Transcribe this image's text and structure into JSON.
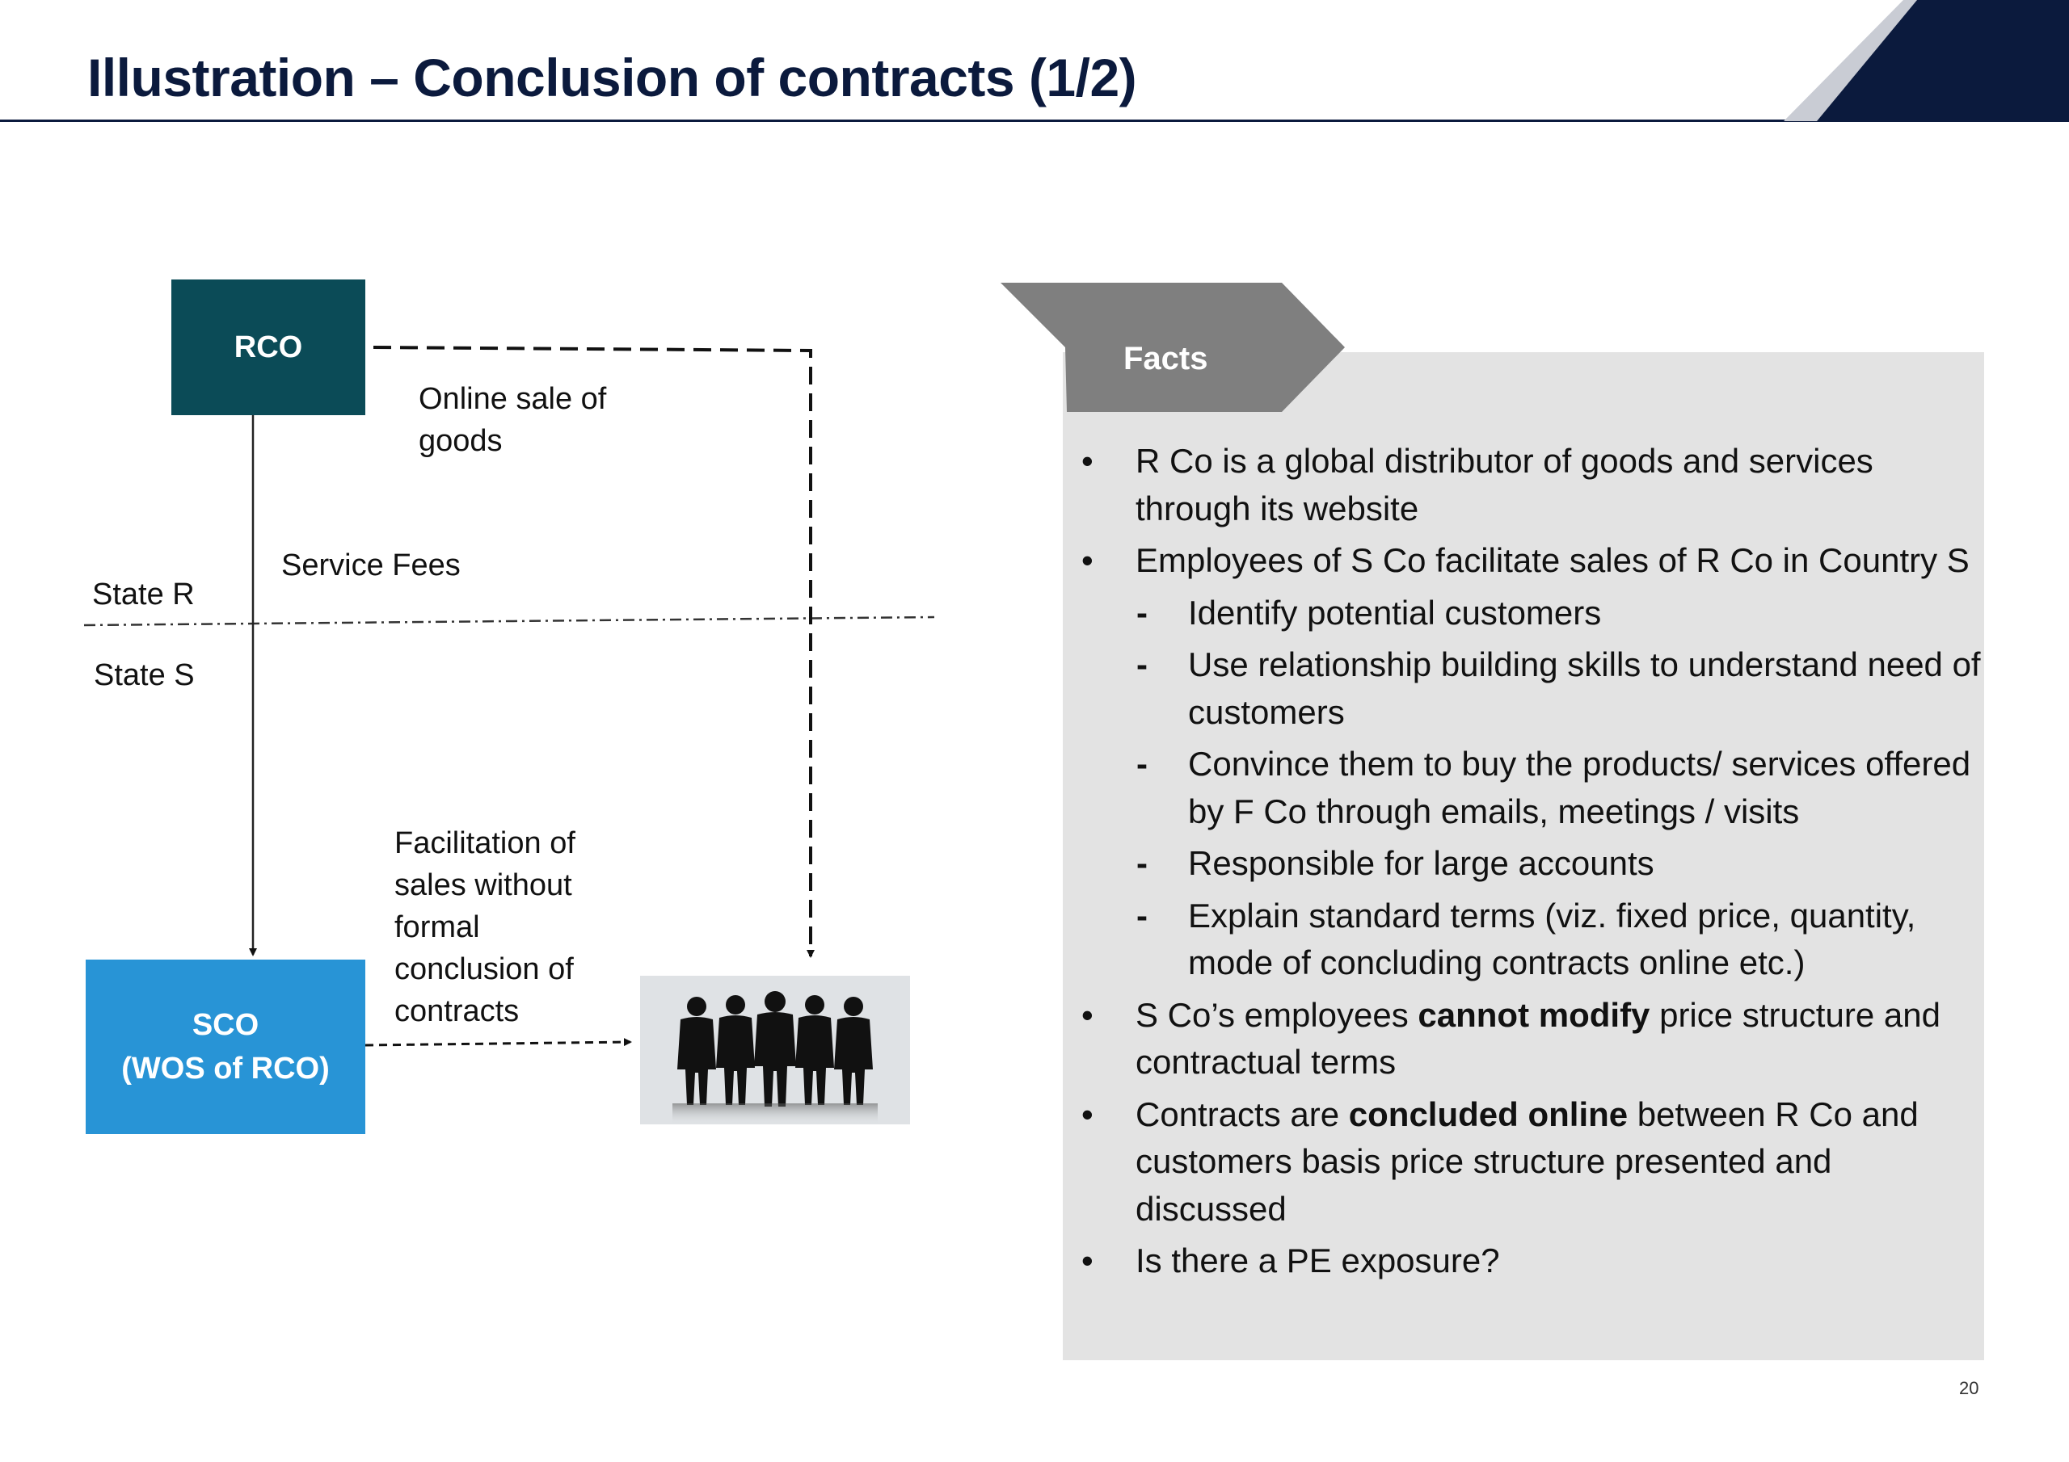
{
  "slide": {
    "title": "Illustration – Conclusion of contracts (1/2)",
    "page_number": "20"
  },
  "diagram": {
    "rco_label": "RCO",
    "sco_line1": "SCO",
    "sco_line2": "(WOS of RCO)",
    "online_sale_label": "Online sale of goods",
    "service_fees_label": "Service Fees",
    "state_r_label": "State R",
    "state_s_label": "State S",
    "facilitation_label": "Facilitation of sales without formal conclusion of contracts",
    "people_icon": "people-silhouettes-icon"
  },
  "facts": {
    "tab_label": "Facts",
    "items": [
      {
        "type": "bullet",
        "segments": [
          {
            "text": "R Co is a global distributor of goods and services through its website",
            "bold": false
          }
        ]
      },
      {
        "type": "bullet",
        "segments": [
          {
            "text": "Employees of S Co facilitate sales of R Co in Country S",
            "bold": false
          }
        ]
      },
      {
        "type": "dash",
        "segments": [
          {
            "text": "Identify potential customers",
            "bold": false
          }
        ]
      },
      {
        "type": "dash",
        "segments": [
          {
            "text": "Use relationship building skills to understand need of customers",
            "bold": false
          }
        ]
      },
      {
        "type": "dash",
        "segments": [
          {
            "text": "Convince them to buy the products/ services offered by F Co through emails, meetings / visits",
            "bold": false
          }
        ]
      },
      {
        "type": "dash",
        "segments": [
          {
            "text": "Responsible for large accounts",
            "bold": false
          }
        ]
      },
      {
        "type": "dash",
        "segments": [
          {
            "text": "Explain standard terms (viz. fixed price, quantity, mode of concluding contracts online etc.)",
            "bold": false
          }
        ]
      },
      {
        "type": "bullet",
        "segments": [
          {
            "text": "S Co’s employees ",
            "bold": false
          },
          {
            "text": "cannot modify",
            "bold": true
          },
          {
            "text": " price structure and contractual terms",
            "bold": false
          }
        ]
      },
      {
        "type": "bullet",
        "segments": [
          {
            "text": "Contracts are ",
            "bold": false
          },
          {
            "text": "concluded online",
            "bold": true
          },
          {
            "text": " between R Co and customers basis price structure presented and discussed",
            "bold": false
          }
        ]
      },
      {
        "type": "bullet",
        "segments": [
          {
            "text": "Is there a PE exposure?",
            "bold": false
          }
        ]
      }
    ]
  },
  "colors": {
    "title_navy": "#0b1a3d",
    "rco_teal": "#0b4b57",
    "sco_blue": "#2894d6",
    "facts_panel": "#e3e3e3",
    "facts_tab": "#7f7f7f",
    "corner_gray": "#c9ccd4"
  }
}
